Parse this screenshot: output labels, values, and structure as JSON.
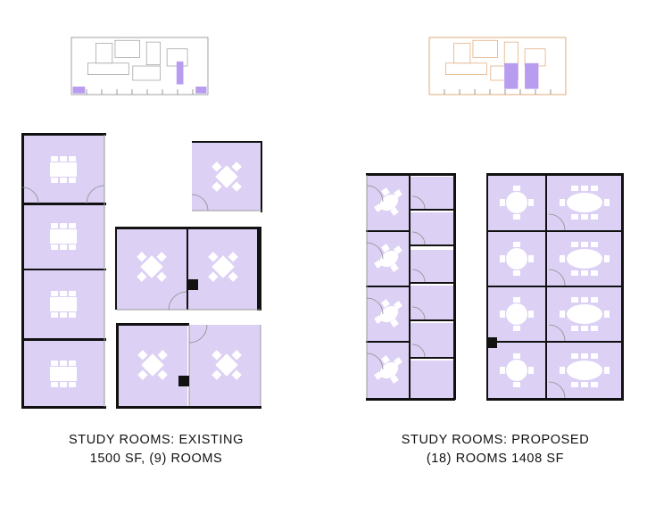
{
  "colors": {
    "room_fill": "#dcd0f4",
    "key_highlight": "#b89cf0",
    "wall": "#111111",
    "furniture": "#ffffff",
    "key_line": "#8a8a8a",
    "key_line_proposed": "#d9965a"
  },
  "existing": {
    "caption_line1": "STUDY ROOMS: EXISTING",
    "caption_line2": "1500 SF, (9) ROOMS",
    "room_count": 9,
    "area_sf": 1500
  },
  "proposed": {
    "caption_line1": "STUDY ROOMS: PROPOSED",
    "caption_line2": "(18) ROOMS 1408 SF",
    "room_count": 18,
    "area_sf": 1408
  }
}
